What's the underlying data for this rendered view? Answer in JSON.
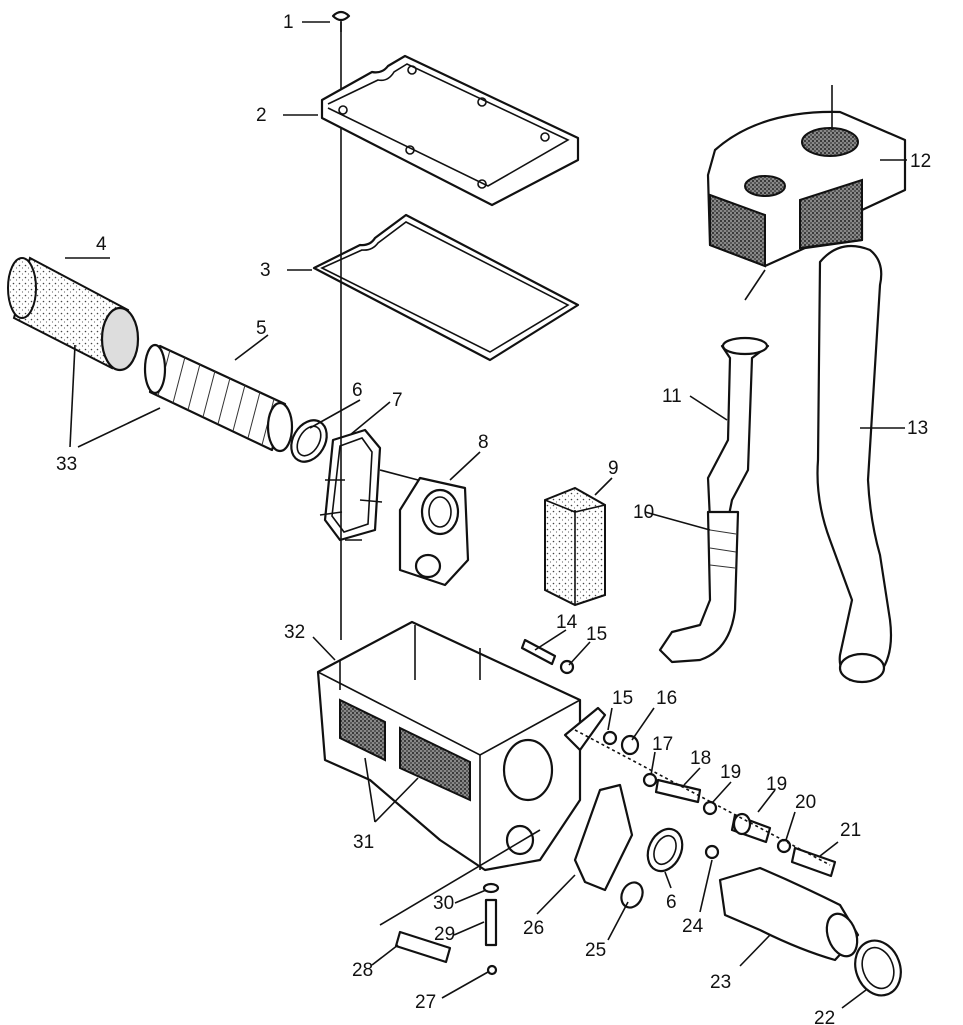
{
  "diagram": {
    "callouts": [
      {
        "id": "c1",
        "label": "1"
      },
      {
        "id": "c2",
        "label": "2"
      },
      {
        "id": "c3",
        "label": "3"
      },
      {
        "id": "c4",
        "label": "4"
      },
      {
        "id": "c5",
        "label": "5"
      },
      {
        "id": "c6a",
        "label": "6"
      },
      {
        "id": "c7",
        "label": "7"
      },
      {
        "id": "c8",
        "label": "8"
      },
      {
        "id": "c9",
        "label": "9"
      },
      {
        "id": "c10",
        "label": "10"
      },
      {
        "id": "c11",
        "label": "11"
      },
      {
        "id": "c12",
        "label": "12"
      },
      {
        "id": "c13",
        "label": "13"
      },
      {
        "id": "c14",
        "label": "14"
      },
      {
        "id": "c15a",
        "label": "15"
      },
      {
        "id": "c15b",
        "label": "15"
      },
      {
        "id": "c16",
        "label": "16"
      },
      {
        "id": "c17",
        "label": "17"
      },
      {
        "id": "c18",
        "label": "18"
      },
      {
        "id": "c19a",
        "label": "19"
      },
      {
        "id": "c19b",
        "label": "19"
      },
      {
        "id": "c20",
        "label": "20"
      },
      {
        "id": "c21",
        "label": "21"
      },
      {
        "id": "c22",
        "label": "22"
      },
      {
        "id": "c23",
        "label": "23"
      },
      {
        "id": "c24",
        "label": "24"
      },
      {
        "id": "c25",
        "label": "25"
      },
      {
        "id": "c6b",
        "label": "6"
      },
      {
        "id": "c26",
        "label": "26"
      },
      {
        "id": "c27",
        "label": "27"
      },
      {
        "id": "c28",
        "label": "28"
      },
      {
        "id": "c29",
        "label": "29"
      },
      {
        "id": "c30",
        "label": "30"
      },
      {
        "id": "c31",
        "label": "31"
      },
      {
        "id": "c32",
        "label": "32"
      },
      {
        "id": "c33",
        "label": "33"
      }
    ]
  }
}
